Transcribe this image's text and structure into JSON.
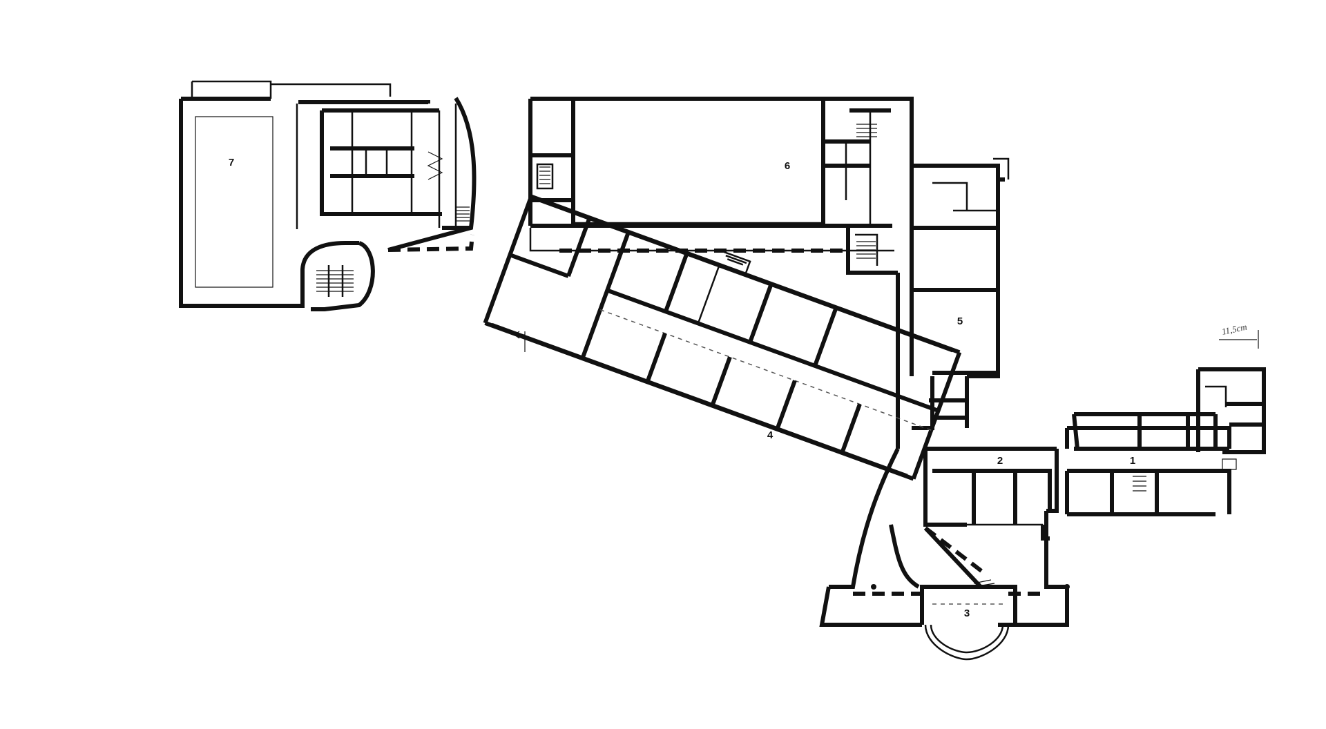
{
  "room_labels": {
    "r1": "1",
    "r2": "2",
    "r3": "3",
    "r4": "4",
    "r5": "5",
    "r6": "6",
    "r7": "7"
  },
  "annotation": "11,5cm"
}
